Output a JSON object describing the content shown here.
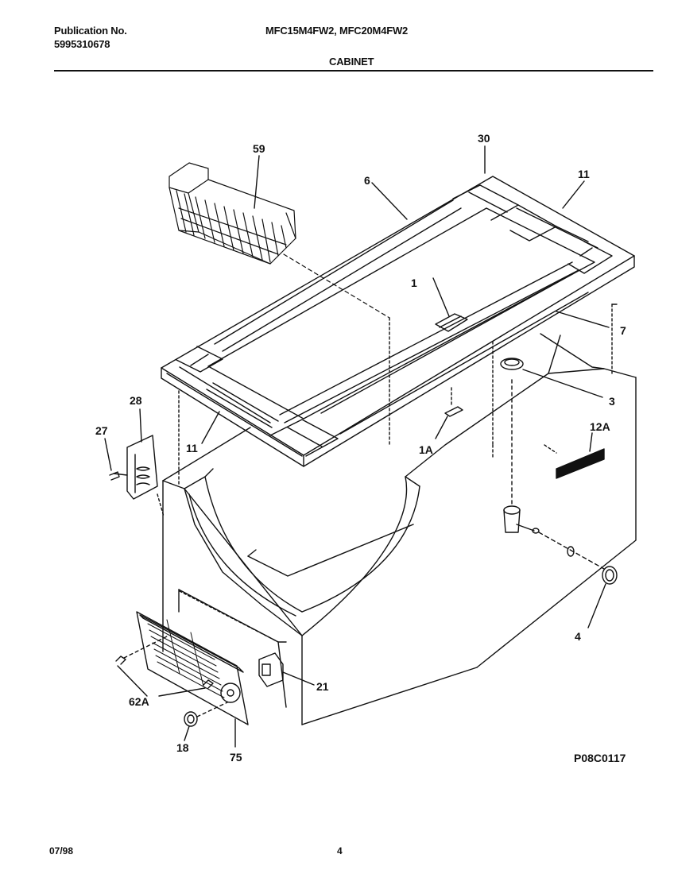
{
  "header": {
    "publication_label": "Publication No.",
    "publication_number": "5995310678",
    "models": "MFC15M4FW2, MFC20M4FW2",
    "section": "CABINET"
  },
  "callouts": {
    "c59": "59",
    "c30": "30",
    "c6": "6",
    "c11_top": "11",
    "c1": "1",
    "c7": "7",
    "c3": "3",
    "c28": "28",
    "c27": "27",
    "c11_bottom": "11",
    "c1A": "1A",
    "c12A": "12A",
    "c4": "4",
    "c21": "21",
    "c62A": "62A",
    "c18": "18",
    "c75": "75"
  },
  "diagram_code": "P08C0117",
  "footer": {
    "date": "07/98",
    "page": "4"
  }
}
